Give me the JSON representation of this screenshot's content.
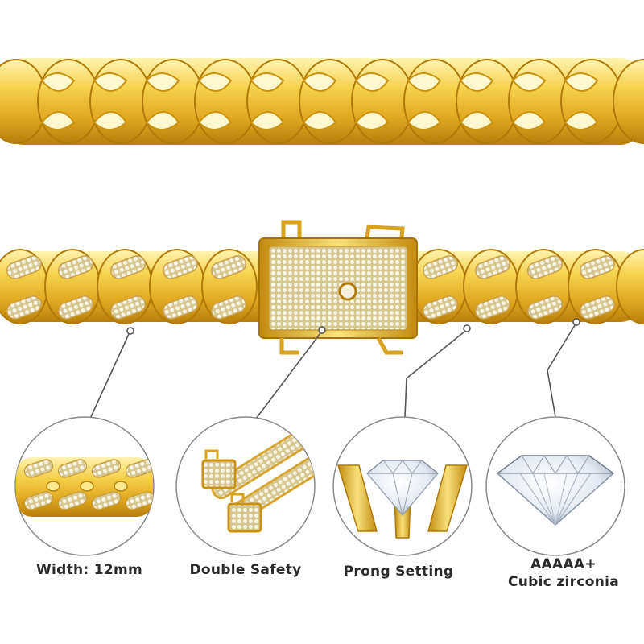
{
  "features": [
    {
      "label": "Width: 12mm",
      "icon": "chain-link-closeup-icon"
    },
    {
      "label": "Double Safety",
      "icon": "box-clasp-chain-icon"
    },
    {
      "label": "Prong Setting",
      "icon": "prong-set-diamond-icon"
    },
    {
      "label_line1": "AAAAA+",
      "label_line2": "Cubic zirconia",
      "icon": "cubic-zirconia-gem-icon"
    }
  ],
  "colors": {
    "gold_light": "#f7df6a",
    "gold_mid": "#e7b526",
    "gold_dark": "#b9830d",
    "stone": "#efe7c8",
    "leader_line": "#555555",
    "circle_outline": "#8a8a8a",
    "text": "#2a2a2a"
  }
}
